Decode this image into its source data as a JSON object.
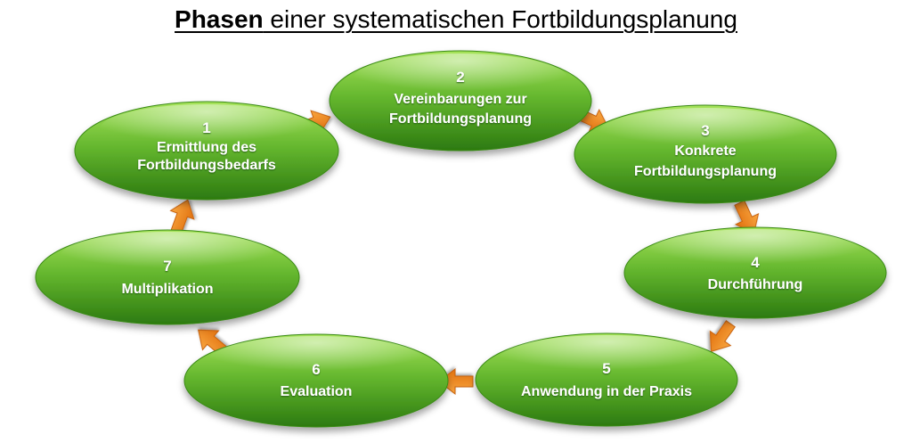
{
  "title": {
    "bold": "Phasen",
    "rest": " einer systematischen Fortbildungsplanung"
  },
  "colors": {
    "ellipse_top": "#9ee04e",
    "ellipse_mid": "#5fb52c",
    "ellipse_bottom": "#2f7d12",
    "arrow": "#f28c1e",
    "arrow_dark": "#d96a0a"
  },
  "phases": [
    {
      "number": "1",
      "lines": [
        "Ermittlung des",
        "Fortbildungsbedarfs"
      ]
    },
    {
      "number": "2",
      "lines": [
        "Vereinbarungen zur",
        "Fortbildungsplanung"
      ]
    },
    {
      "number": "3",
      "lines": [
        "Konkrete",
        "Fortbildungsplanung"
      ]
    },
    {
      "number": "4",
      "lines": [
        "Durchführung"
      ]
    },
    {
      "number": "5",
      "lines": [
        "Anwendung in der Praxis"
      ]
    },
    {
      "number": "6",
      "lines": [
        "Evaluation"
      ]
    },
    {
      "number": "7",
      "lines": [
        "Multiplikation"
      ]
    }
  ]
}
